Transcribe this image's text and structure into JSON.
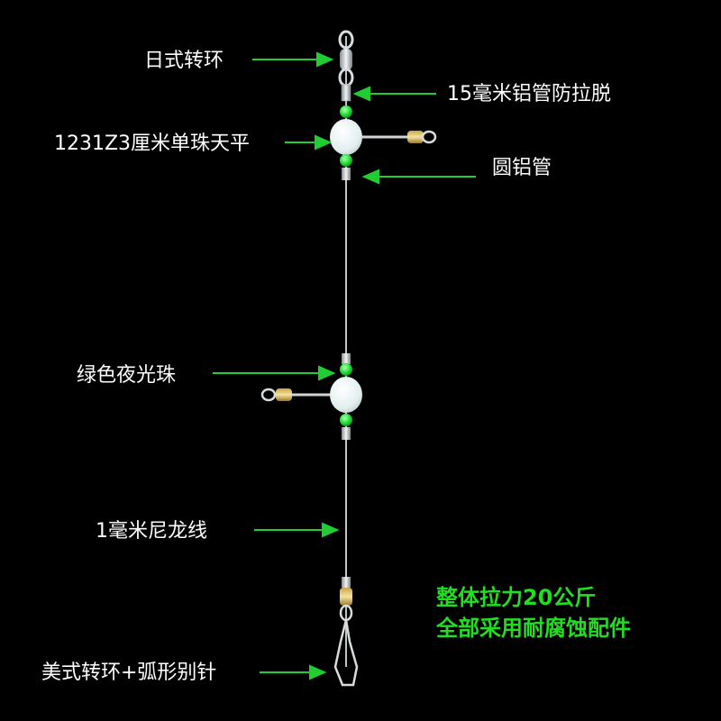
{
  "labels": {
    "japanese_swivel": "日式转环",
    "aluminum_tube_15mm": "15毫米铝管防拉脱",
    "single_bead_balance": "1231Z3厘米单珠天平",
    "round_aluminum_tube": "圆铝管",
    "glow_bead": "绿色夜光珠",
    "nylon_line": "1毫米尼龙线",
    "american_swivel_snap": "美式转环+弧形别针"
  },
  "notes": {
    "line1": "整体拉力20公斤",
    "line2": "全部采用耐腐蚀配件"
  },
  "colors": {
    "background": "#000000",
    "label_text": "#ffffff",
    "arrow": "#22cc33",
    "note_text": "#22dd22",
    "glow_bead": "#22ee33",
    "balance_body": "#e8f2f2",
    "line": "#bfc4c4"
  }
}
